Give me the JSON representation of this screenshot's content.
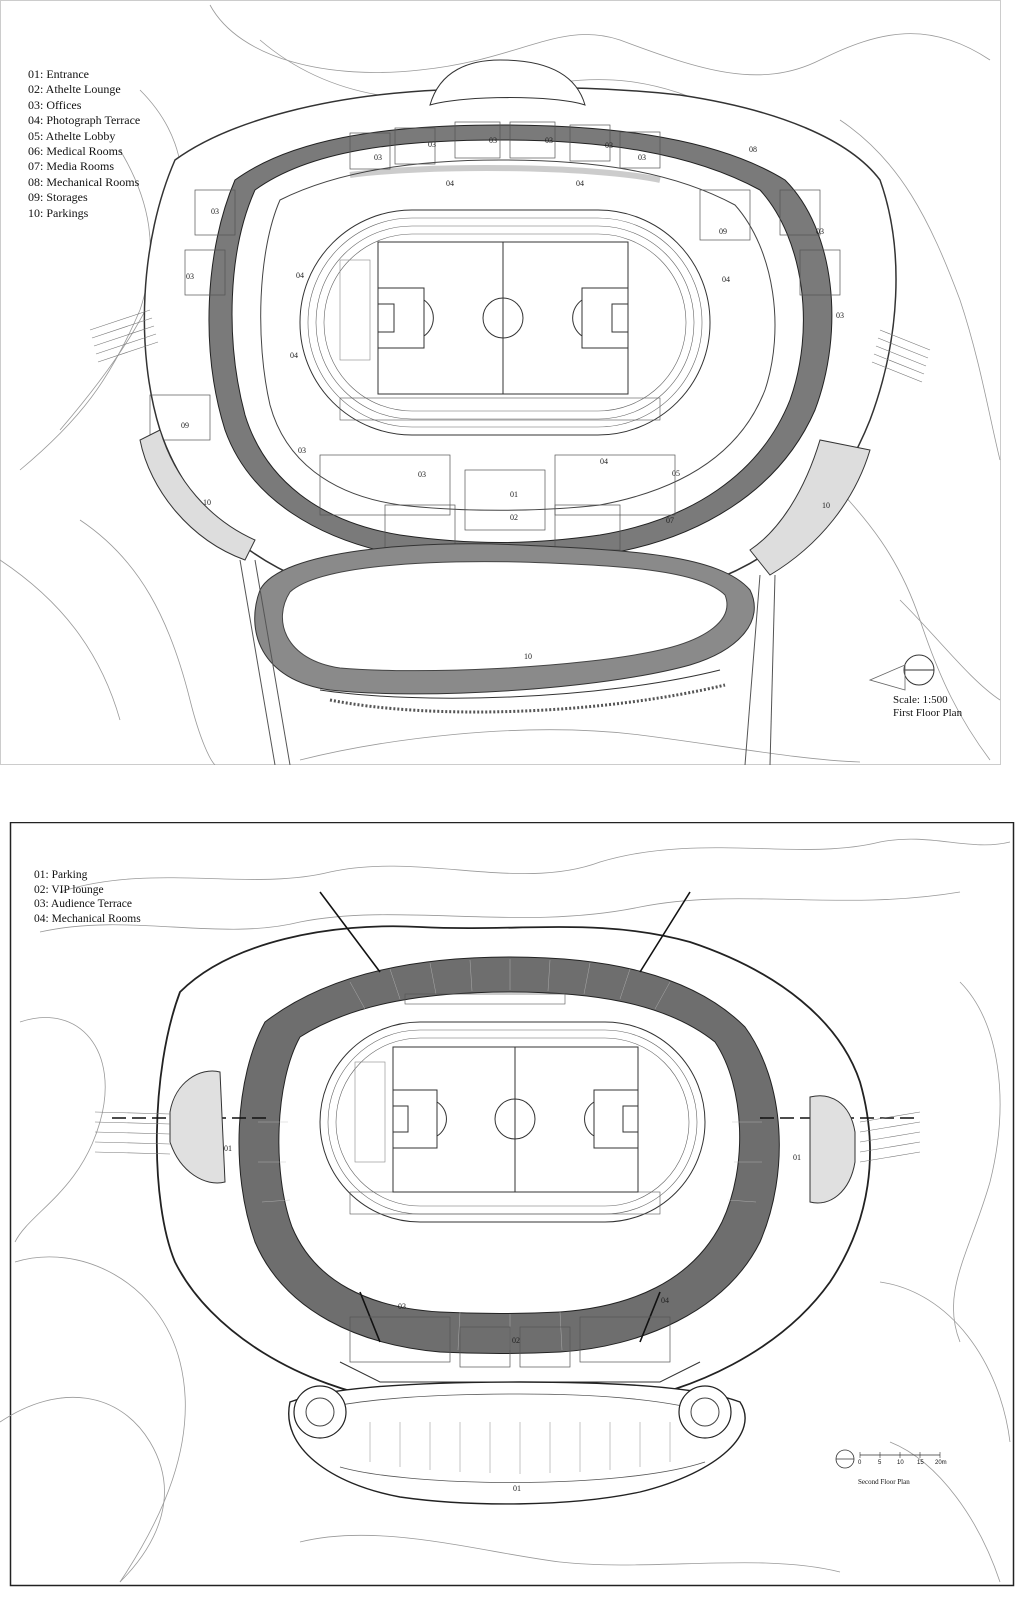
{
  "first_floor": {
    "legend": [
      "01: Entrance",
      "02: Athelte Lounge",
      "03: Offices",
      "04: Photograph Terrace",
      "05: Athelte Lobby",
      "06: Medical Rooms",
      "07: Media Rooms",
      "08: Mechanical Rooms",
      "09: Storages",
      "10: Parkings"
    ],
    "scale": "Scale: 1:500",
    "plan_title": "First Floor Plan",
    "room_labels": {
      "r03a": "03",
      "r03b": "03",
      "r03c": "03",
      "r03d": "03",
      "r03e": "03",
      "r03f": "03",
      "r03g": "03",
      "r03h": "03",
      "r03i": "03",
      "r03j": "03",
      "r03k": "03",
      "r03l": "03",
      "r04a": "04",
      "r04b": "04",
      "r04c": "04",
      "r04d": "04",
      "r04e": "04",
      "r04f": "04",
      "r08": "08",
      "r09a": "09",
      "r09b": "09",
      "r10a": "10",
      "r10b": "10",
      "r10c": "10",
      "r01": "01",
      "r02": "02",
      "r05": "05",
      "r07": "07"
    }
  },
  "second_floor": {
    "legend": [
      "01: Parking",
      "02: VIP lounge",
      "03: Audience Terrace",
      "04: Mechanical Rooms"
    ],
    "plan_title": "Second Floor Plan",
    "scale_ticks": [
      "0",
      "5",
      "10",
      "15",
      "20m"
    ],
    "room_labels": {
      "p01a": "01",
      "p01b": "01",
      "p01c": "01",
      "p02": "02",
      "p03": "03",
      "p04": "04"
    }
  }
}
